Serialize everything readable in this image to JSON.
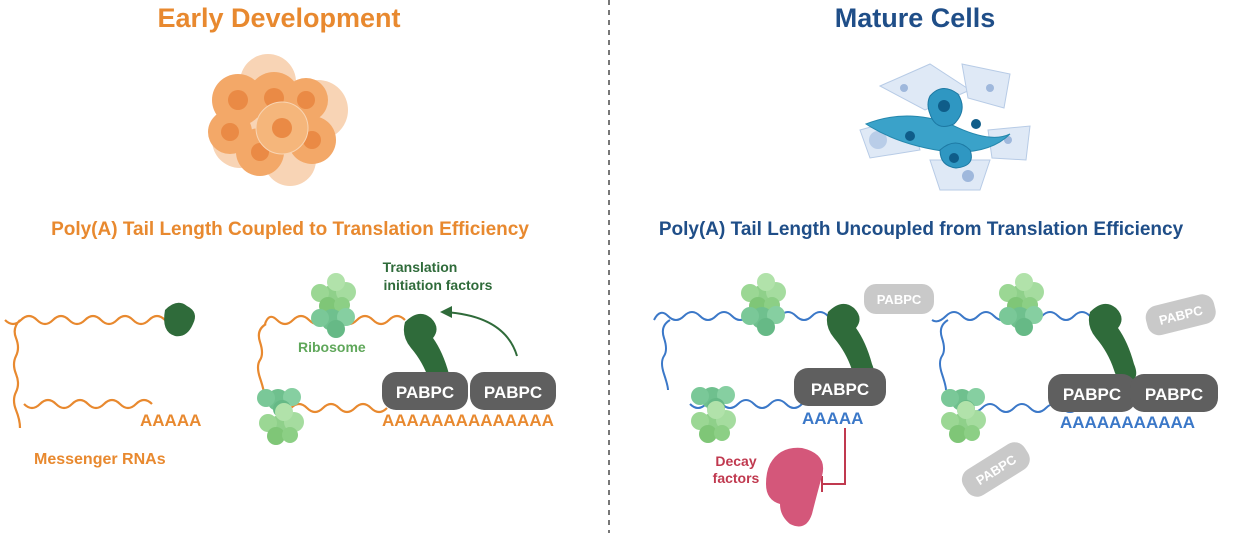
{
  "left": {
    "title": "Early Development",
    "subtitle": "Poly(A) Tail Length Coupled to Translation Efficiency",
    "poly_a_short": "AAAAA",
    "poly_a_long": "AAAAAAAAAAAAAA",
    "messenger_label": "Messenger RNAs",
    "ribosome_label": "Ribosome",
    "factors_label_line1": "Translation",
    "factors_label_line2": "initiation factors",
    "pabpc_1": "PABPC",
    "pabpc_2": "PABPC"
  },
  "right": {
    "title": "Mature Cells",
    "subtitle": "Poly(A) Tail Length Uncoupled from Translation Efficiency",
    "poly_a_short": "AAAAA",
    "poly_a_long": "AAAAAAAAAAA",
    "decay_label_line1": "Decay",
    "decay_label_line2": "factors",
    "pabpc_bound_short": "PABPC",
    "pabpc_bound_long_1": "PABPC",
    "pabpc_bound_long_2": "PABPC",
    "pabpc_free_1": "PABPC",
    "pabpc_free_2": "PABPC",
    "pabpc_free_3": "PABPC"
  },
  "colors": {
    "orange": "#e8892f",
    "blue": "#1f4e88",
    "rna_blue": "#3b78c8",
    "dark_green": "#2f6b3a",
    "ribosome_green": "#7cc47a",
    "pabpc_gray": "#5f5f5f",
    "pabpc_light": "#c9c9c9",
    "decay_red": "#c0394f",
    "decay_pink": "#d4577a"
  }
}
